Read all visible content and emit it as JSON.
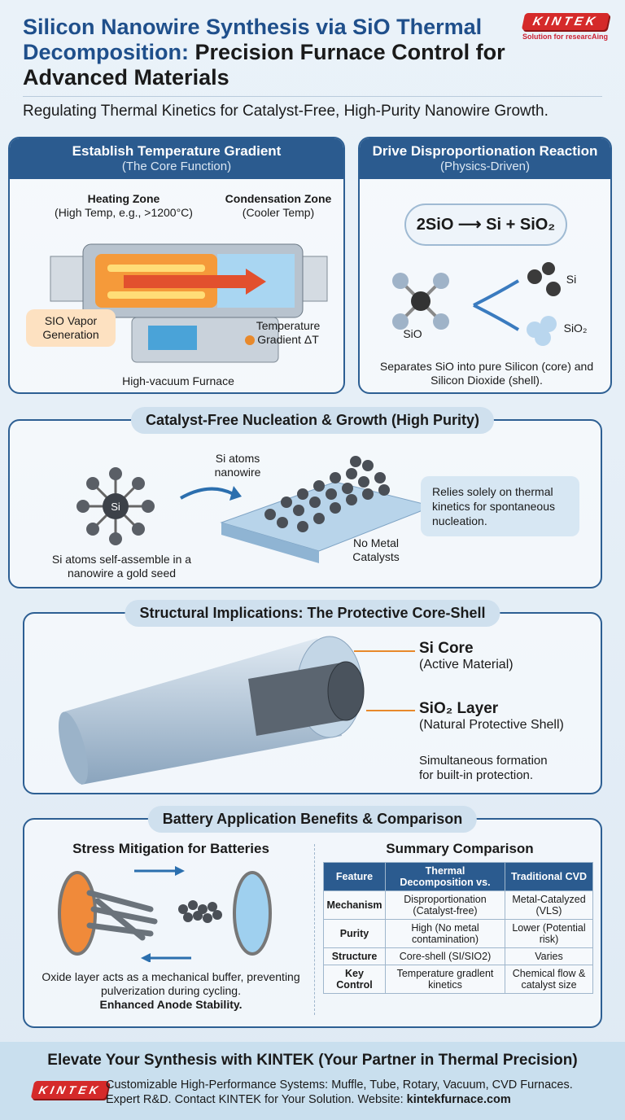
{
  "header": {
    "title_part1": "Silicon Nanowire Synthesis via SiO Thermal Decomposition:",
    "title_part2": "Precision Furnace Control for Advanced Materials",
    "subtitle": "Regulating Thermal Kinetics for Catalyst-Free, High-Purity Nanowire Growth.",
    "logo_text": "KINTEK",
    "logo_tagline": "Solution for researcAing"
  },
  "panel1": {
    "title": "Establish Temperature Gradient",
    "subtitle": "(The Core Function)",
    "heating_zone": "Heating Zone",
    "heating_detail": "(High Temp, e.g., >1200°C)",
    "condensation_zone": "Condensation Zone",
    "condensation_detail": "(Cooler Temp)",
    "vapor_label": "SIO Vapor Generation",
    "gradient_label": "Temperature Gradient ΔT",
    "caption": "High-vacuum Furnace"
  },
  "panel2": {
    "title": "Drive Disproportionation Reaction",
    "subtitle": "(Physics-Driven)",
    "equation": "2SiO ⟶ Si + SiO₂",
    "sio_label": "SiO",
    "si_label": "Si",
    "sio2_label": "SiO₂",
    "caption": "Separates SiO into pure Silicon (core) and Silicon Dioxide (shell)."
  },
  "section3": {
    "title": "Catalyst-Free Nucleation & Growth (High Purity)",
    "si_atom": "Si",
    "nanowire_label": "Si atoms nanowire",
    "caption": "Si atoms self-assemble in a nanowire a gold seed",
    "no_metal": "No Metal Catalysts",
    "note": "Relies solely on thermal kinetics for spontaneous nucleation."
  },
  "section4": {
    "title": "Structural Implications: The Protective Core-Shell",
    "core_title": "Si Core",
    "core_detail": "(Active Material)",
    "shell_title": "SiO₂ Layer",
    "shell_detail": "(Natural Protective Shell)",
    "note": "Simultaneous formation for built-in protection."
  },
  "section5": {
    "title": "Battery Application Benefits & Comparison",
    "left_title": "Stress Mitigation for Batteries",
    "caption": "Oxide layer acts as a mechanical buffer, preventing pulverization during cycling.",
    "caption_bold": "Enhanced Anode Stability.",
    "right_title": "Summary Comparison",
    "table": {
      "headers": [
        "Feature",
        "Thermal Decomposition vs.",
        "Traditional CVD"
      ],
      "rows": [
        [
          "Mechanism",
          "Disproportionation (Catalyst-free)",
          "Metal-Catalyzed (VLS)"
        ],
        [
          "Purity",
          "High (No metal contamination)",
          "Lower (Potential risk)"
        ],
        [
          "Structure",
          "Core-shell (SI/SIO2)",
          "Varies"
        ],
        [
          "Key Control",
          "Temperature gradlent kinetics",
          "Chemical flow & catalyst size"
        ]
      ]
    }
  },
  "footer": {
    "headline": "Elevate Your Synthesis with KINTEK (Your Partner in Thermal Precision)",
    "line1": "Customizable High-Performance Systems: Muffle, Tube, Rotary, Vacuum, CVD Furnaces.",
    "line2": "Expert R&D. Contact KINTEK for Your Solution. Website:",
    "website": "kintekfurnace.com",
    "logo_text": "KINTEK"
  },
  "colors": {
    "brand_blue": "#2b5b8f",
    "title_blue": "#1f4f8b",
    "kintek_red": "#d52a2a",
    "accent_orange": "#e8892b"
  }
}
